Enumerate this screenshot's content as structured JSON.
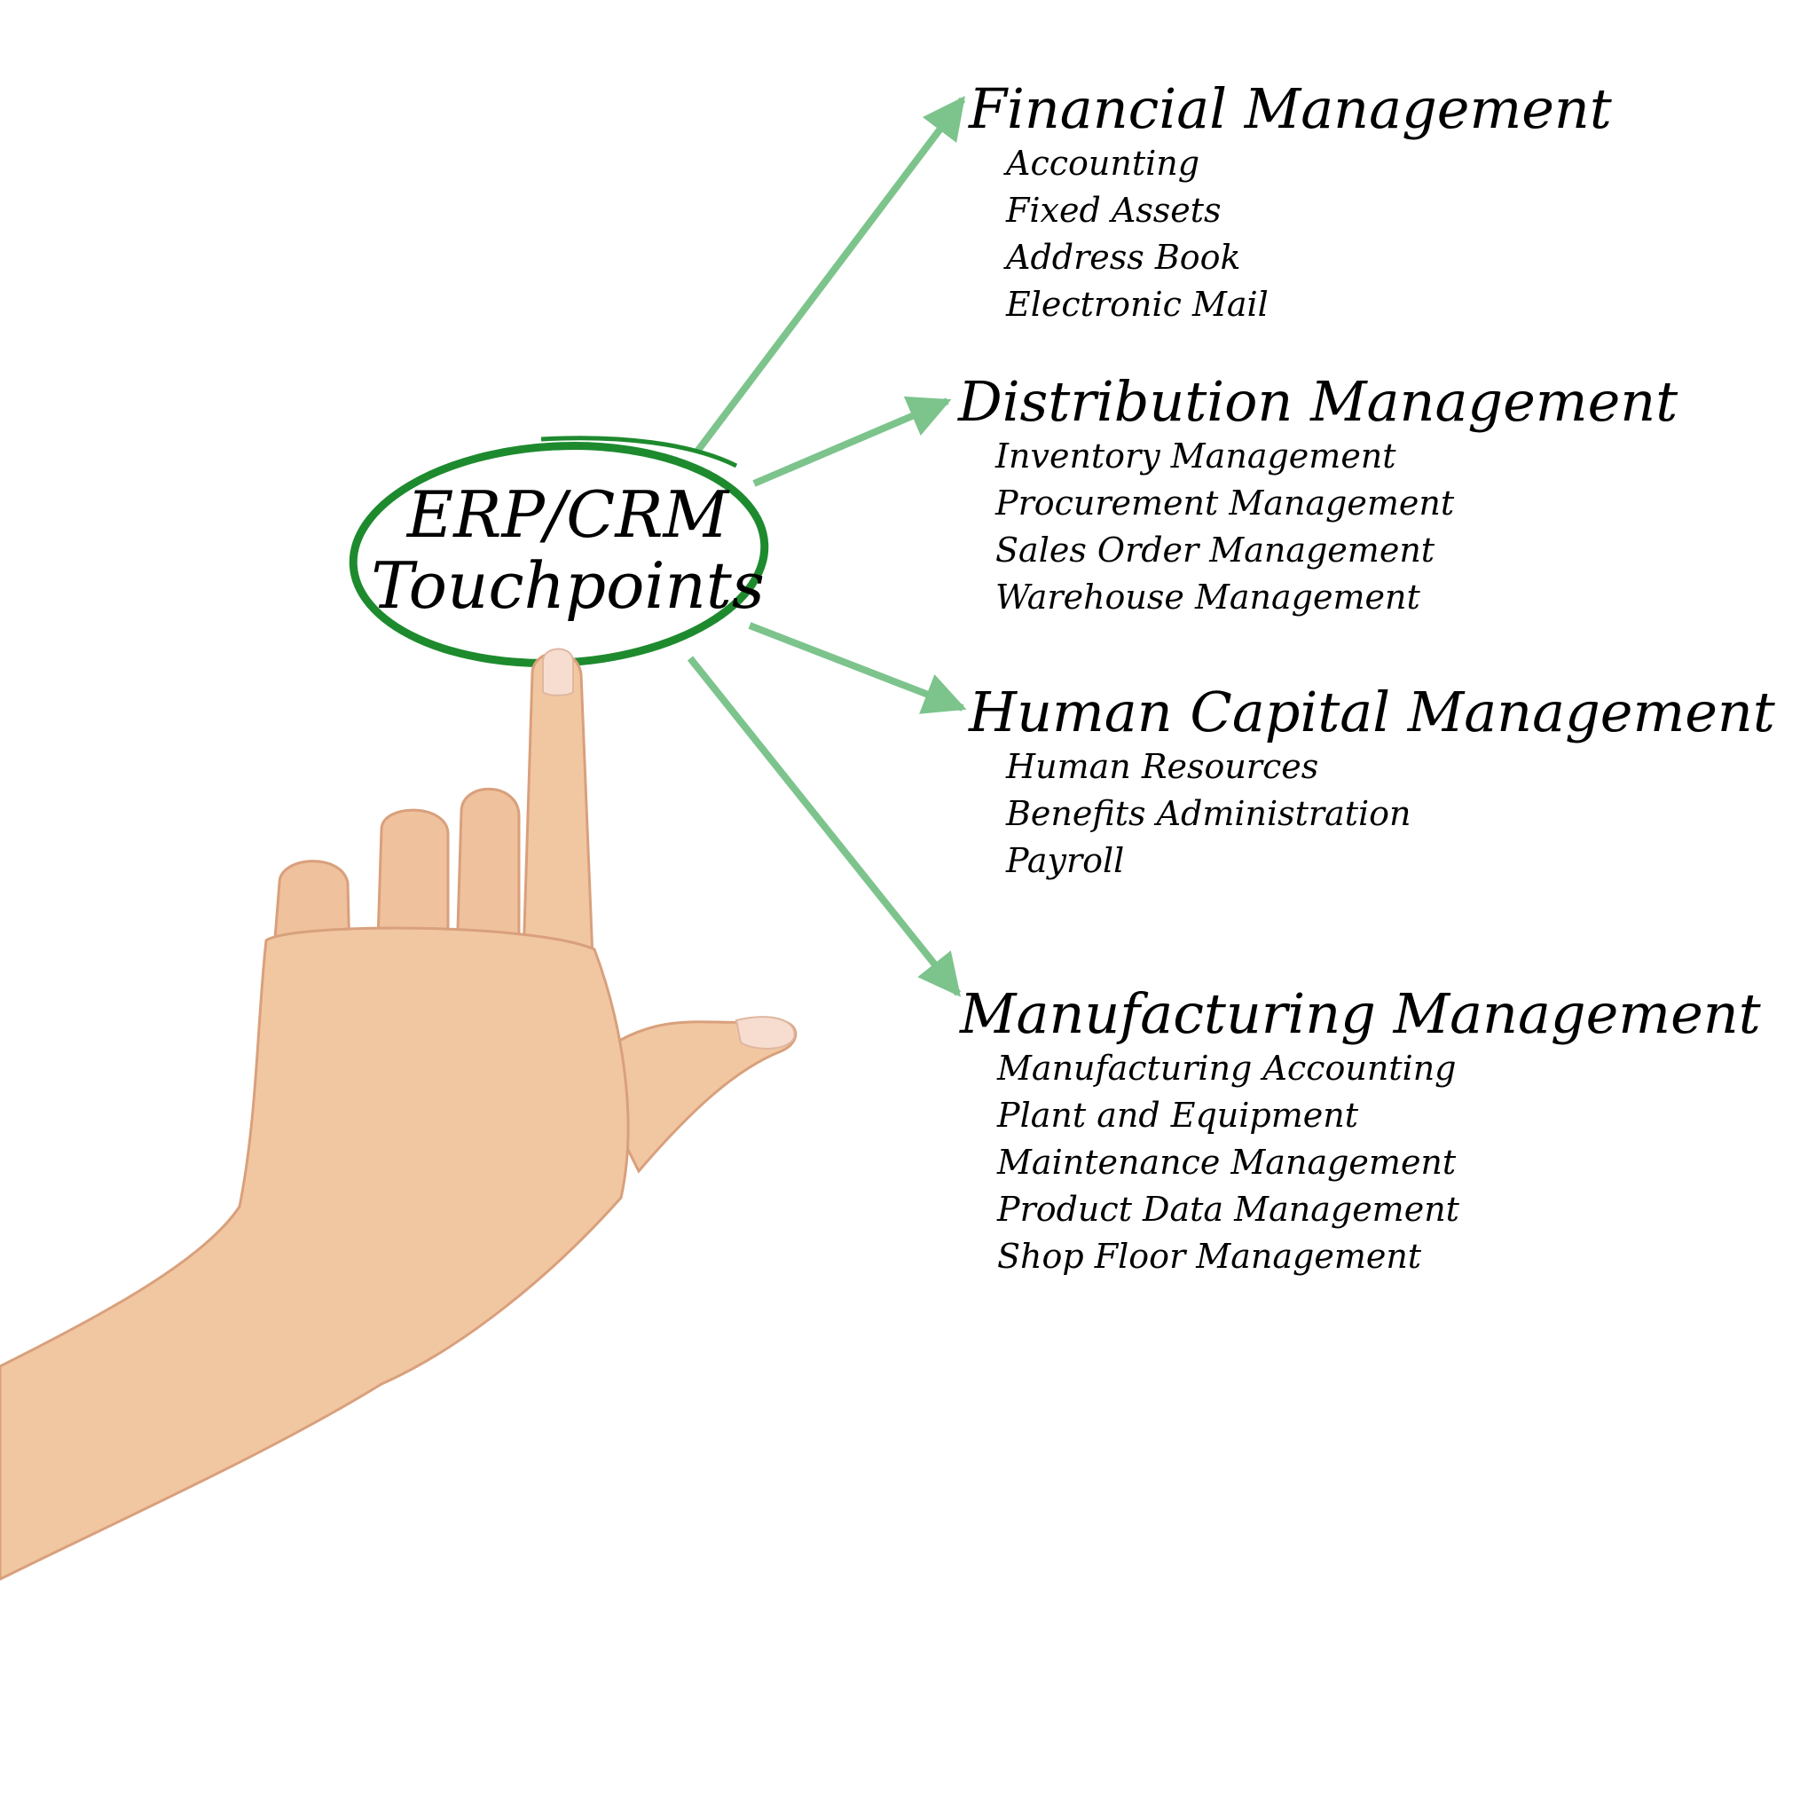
{
  "center": {
    "line1": "ERP/CRM",
    "line2": "Touchpoints"
  },
  "groups": [
    {
      "title": "Financial Management",
      "items": [
        "Accounting",
        "Fixed Assets",
        "Address Book",
        "Electronic Mail"
      ]
    },
    {
      "title": "Distribution Management",
      "items": [
        "Inventory Management",
        "Procurement Management",
        "Sales Order Management",
        "Warehouse Management"
      ]
    },
    {
      "title": "Human Capital Management",
      "items": [
        "Human Resources",
        "Benefits Administration",
        "Payroll"
      ]
    },
    {
      "title": "Manufacturing Management",
      "items": [
        "Manufacturing Accounting",
        "Plant and Equipment",
        "Maintenance Management",
        "Product Data Management",
        "Shop Floor Management"
      ]
    }
  ],
  "colors": {
    "ellipse": "#1e8a2e",
    "arrow": "#7cc48c",
    "skin": "#f1c7a2"
  },
  "icons": {
    "pointer": "pointing-hand-icon"
  }
}
